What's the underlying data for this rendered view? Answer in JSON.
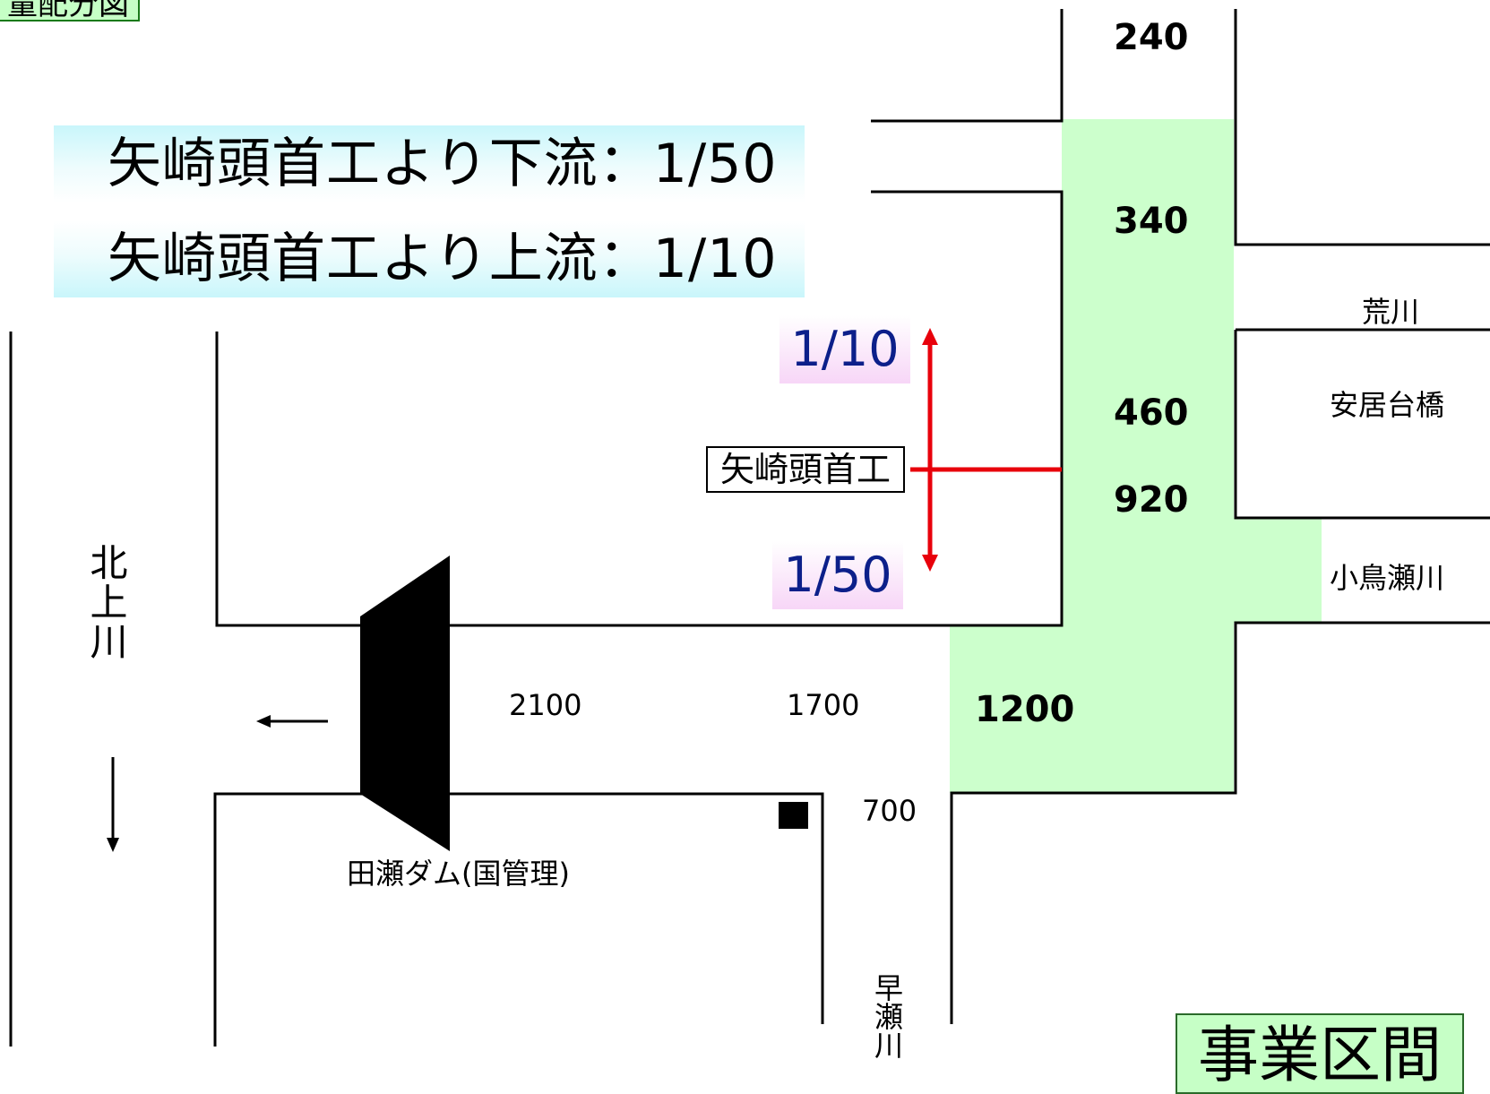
{
  "title_partial": "量配分図",
  "gradient_notes": {
    "downstream": "矢崎頭首工より下流：1/50",
    "upstream": "矢崎頭首工より上流：1/10"
  },
  "structure": {
    "weir_name": "矢崎頭首工",
    "grade_upper": "1/10",
    "grade_lower": "1/50",
    "dam_name": "田瀬ダム(国管理)"
  },
  "flows": {
    "f240": "240",
    "f340": "340",
    "f460": "460",
    "f920": "920",
    "f1200": "1200",
    "f2100": "2100",
    "f1700": "1700",
    "f700": "700"
  },
  "rivers": {
    "arakawa": "荒川",
    "yasuidai_bridge": "安居台橋",
    "kotorisegawa": "小鳥瀬川",
    "kitakami": "北上川",
    "hayase": "早瀬川"
  },
  "project_section_label": "事業区間",
  "colors": {
    "project_section_fill": "#ccffcc",
    "weir_line": "#e8000b",
    "grade_text": "#0c1f8a"
  }
}
